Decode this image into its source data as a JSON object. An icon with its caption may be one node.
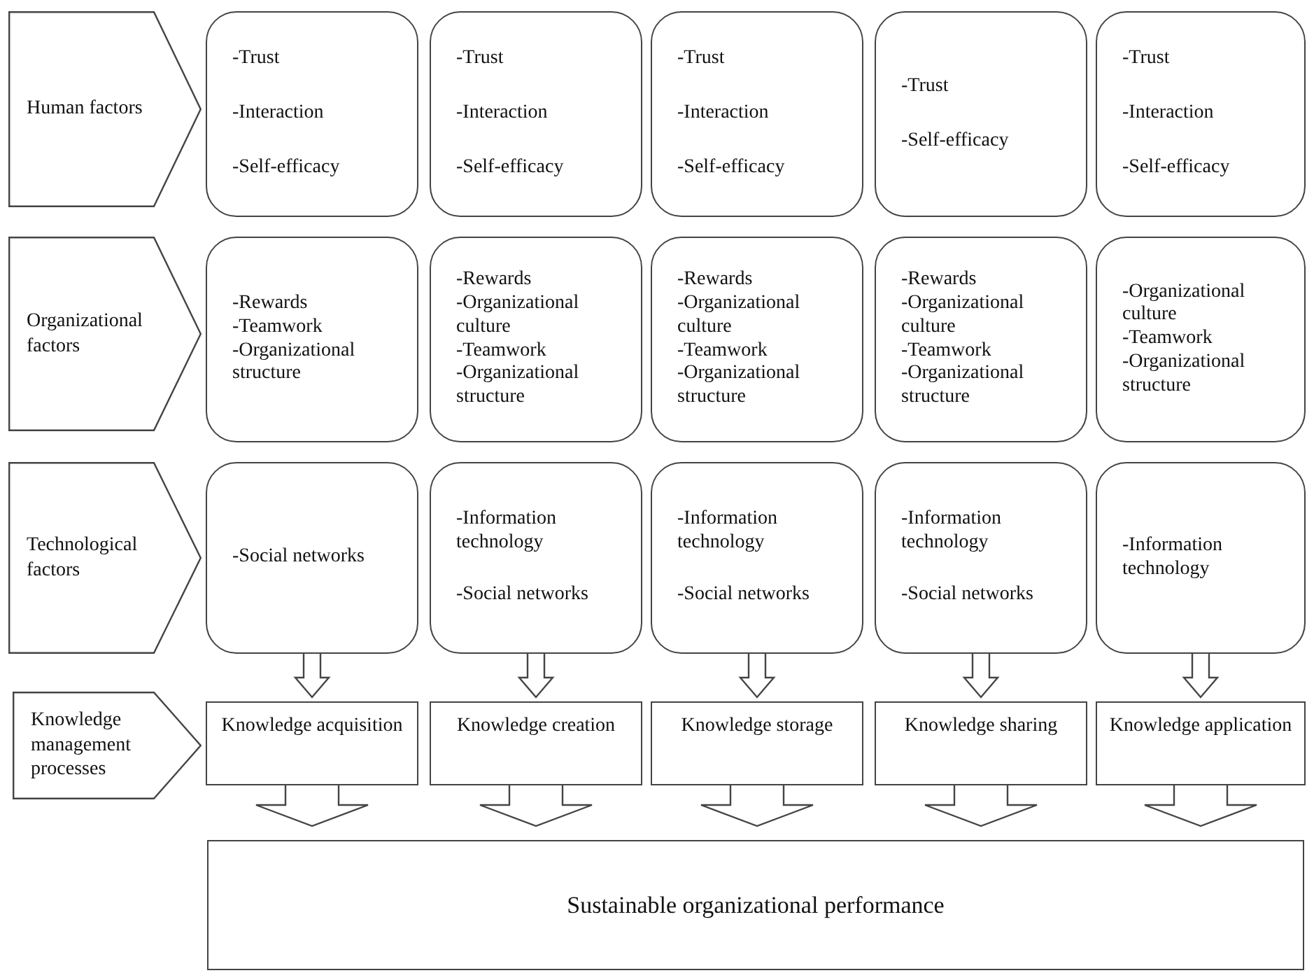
{
  "diagram": {
    "nodes": [
      {
        "text": [
          "Human factors"
        ]
      },
      {
        "text": [
          "-Trust",
          "-Interaction",
          "-Self-efficacy"
        ]
      },
      {
        "text": [
          "-Trust",
          "-Interaction",
          "-Self-efficacy"
        ]
      },
      {
        "text": [
          "-Trust",
          "-Interaction",
          "-Self-efficacy"
        ]
      },
      {
        "text": [
          "-Trust",
          "-Self-efficacy"
        ]
      },
      {
        "text": [
          "-Trust",
          "-Interaction",
          "-Self-efficacy"
        ]
      },
      {
        "text": [
          "Organizational factors"
        ]
      },
      {
        "text": [
          "-Rewards",
          "-Teamwork",
          "-Organizational structure"
        ]
      },
      {
        "text": [
          "-Rewards",
          "-Organizational culture",
          "-Teamwork",
          "-Organizational structure"
        ]
      },
      {
        "text": [
          "-Rewards",
          "-Organizational culture",
          "-Teamwork",
          "-Organizational structure"
        ]
      },
      {
        "text": [
          "-Rewards",
          "-Organizational culture",
          "-Teamwork",
          "-Organizational structure"
        ]
      },
      {
        "text": [
          "-Organizational culture",
          "-Teamwork",
          "-Organizational structure"
        ]
      },
      {
        "text": [
          "Technological factors"
        ]
      },
      {
        "text": [
          "-Social networks"
        ]
      },
      {
        "text": [
          "-Information technology",
          "-Social networks"
        ]
      },
      {
        "text": [
          "-Information technology",
          "-Social networks"
        ]
      },
      {
        "text": [
          "-Information technology",
          "-Social networks"
        ]
      },
      {
        "text": [
          "-Information technology"
        ]
      },
      {
        "text": [
          "Knowledge management processes"
        ]
      },
      {
        "text": [
          "Knowledge acquisition"
        ]
      },
      {
        "text": [
          "Knowledge creation"
        ]
      },
      {
        "text": [
          "Knowledge storage"
        ]
      },
      {
        "text": [
          "Knowledge sharing"
        ]
      },
      {
        "text": [
          "Knowledge application"
        ]
      },
      {
        "text": [
          "Sustainable organizational performance"
        ]
      }
    ],
    "edges": [
      {
        "from": 13,
        "to": 19,
        "arrow": "to"
      },
      {
        "from": 14,
        "to": 20,
        "arrow": "to"
      },
      {
        "from": 15,
        "to": 21,
        "arrow": "to"
      },
      {
        "from": 16,
        "to": 22,
        "arrow": "to"
      },
      {
        "from": 17,
        "to": 23,
        "arrow": "to"
      },
      {
        "from": 19,
        "to": 24,
        "arrow": "to"
      },
      {
        "from": 20,
        "to": 24,
        "arrow": "to"
      },
      {
        "from": 21,
        "to": 24,
        "arrow": "to"
      },
      {
        "from": 22,
        "to": 24,
        "arrow": "to"
      },
      {
        "from": 23,
        "to": 24,
        "arrow": "to"
      }
    ]
  }
}
